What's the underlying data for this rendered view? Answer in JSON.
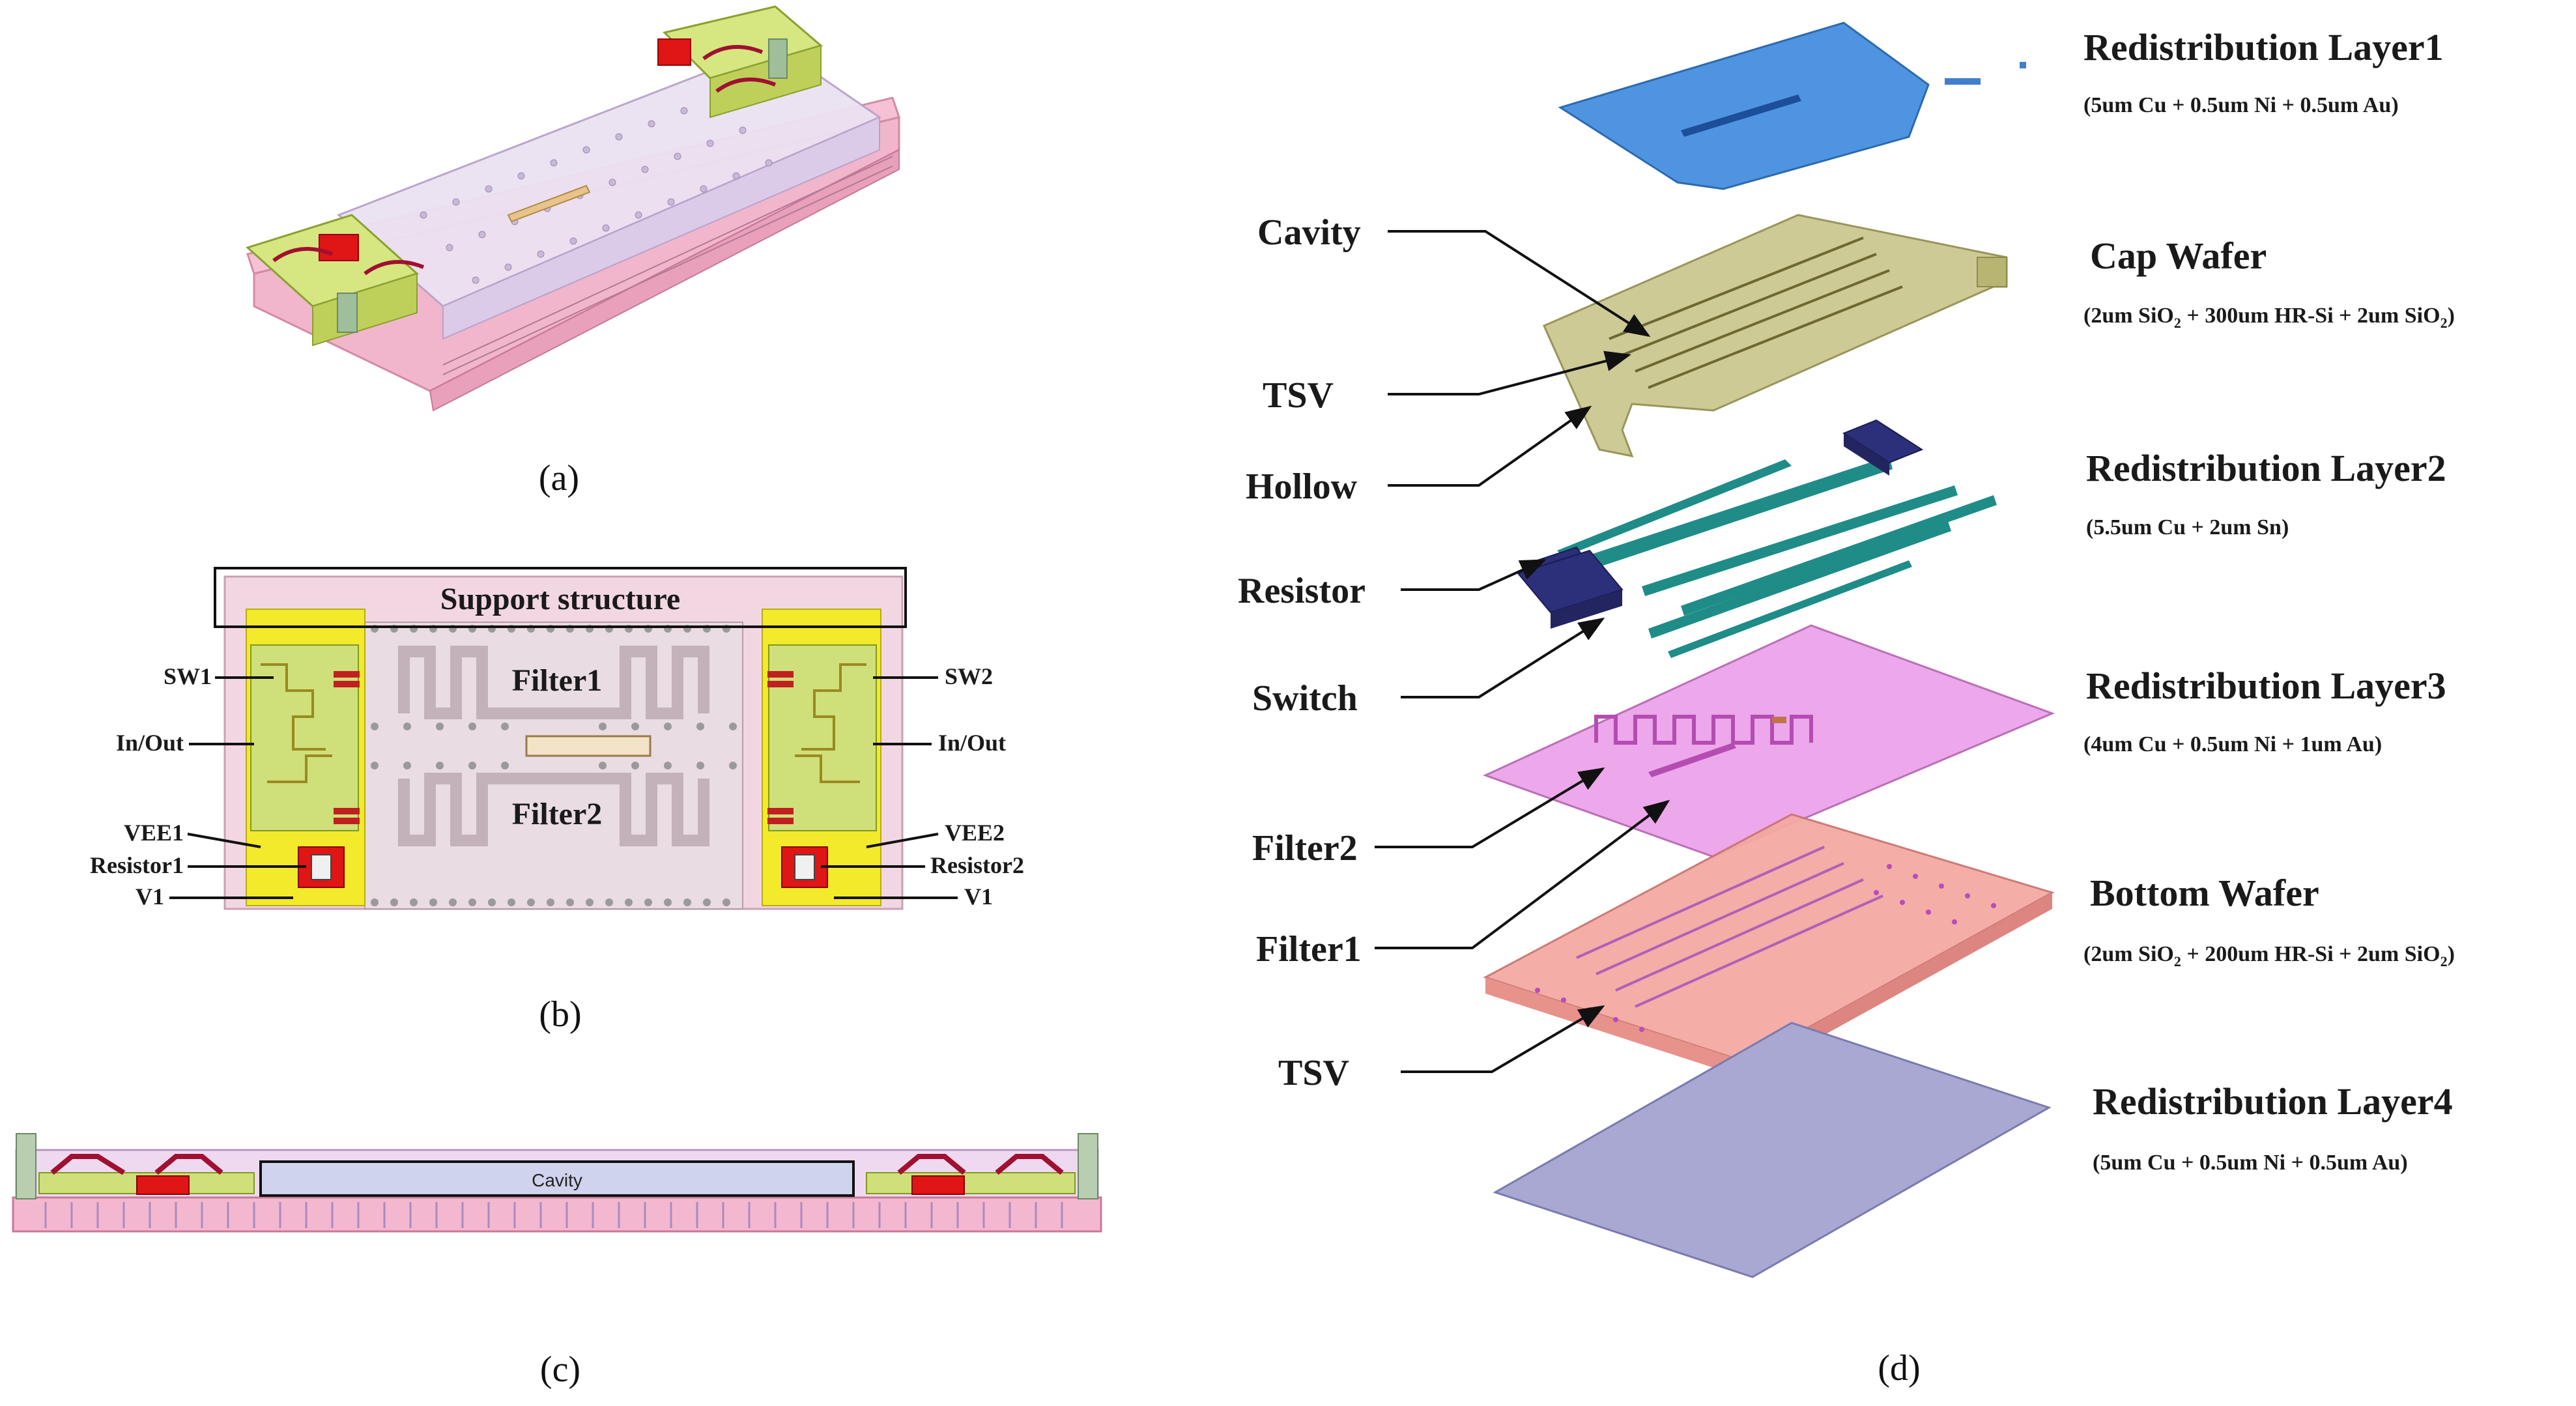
{
  "panel_a": {
    "caption": "(a)"
  },
  "panel_b": {
    "caption": "(b)",
    "support_structure": "Support structure",
    "filter1": "Filter1",
    "filter2": "Filter2",
    "sw1": "SW1",
    "sw2": "SW2",
    "inout_left": "In/Out",
    "inout_right": "In/Out",
    "vee1": "VEE1",
    "vee2": "VEE2",
    "resistor1": "Resistor1",
    "resistor2": "Resistor2",
    "v1_left": "V1",
    "v1_right": "V1"
  },
  "panel_c": {
    "caption": "(c)",
    "cavity": "Cavity"
  },
  "panel_d": {
    "caption": "(d)",
    "left_labels": {
      "cavity": "Cavity",
      "tsv_top": "TSV",
      "hollow": "Hollow",
      "resistor": "Resistor",
      "switch": "Switch",
      "filter2": "Filter2",
      "filter1": "Filter1",
      "tsv_bottom": "TSV"
    },
    "layers": [
      {
        "title": "Redistribution Layer1",
        "spec": "(5um Cu + 0.5um Ni + 0.5um Au)"
      },
      {
        "title": "Cap Wafer",
        "spec_parts": [
          "(2um SiO",
          "2",
          " + 300um HR-Si + 2um SiO",
          "2",
          ")"
        ]
      },
      {
        "title": "Redistribution Layer2",
        "spec": "(5.5um Cu + 2um Sn)"
      },
      {
        "title": "Redistribution Layer3",
        "spec": "(4um Cu + 0.5um Ni + 1um Au)"
      },
      {
        "title": "Bottom Wafer",
        "spec_parts": [
          "(2um SiO",
          "2",
          " + 200um HR-Si + 2um SiO",
          "2",
          ")"
        ]
      },
      {
        "title": "Redistribution Layer4",
        "spec": "(5um Cu + 0.5um Ni + 0.5um Au)"
      }
    ]
  },
  "colors": {
    "substrate_pink": "#f3b8cf",
    "lavender": "#e4d6ee",
    "pad_yellow": "#f2ea2a",
    "pad_green": "#cfe07a",
    "resistor_red": "#e01515",
    "rdl1_blue": "#4f94e0",
    "cap_olive": "#c9c58a",
    "rdl2_teal": "#1f8c88",
    "switch_navy": "#2c2f7a",
    "rdl3_magenta": "#ea9ae6",
    "bottom_salmon": "#f4a9a3",
    "rdl4_periwinkle": "#a8a8d3"
  }
}
